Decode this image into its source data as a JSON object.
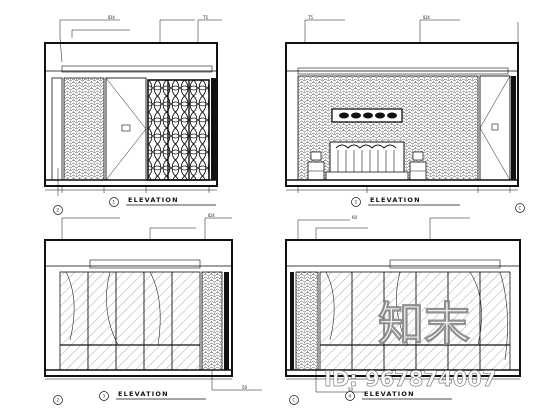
{
  "drawing": {
    "label_elevation": "ELEVATION",
    "callouts": {
      "tl_a": "ID4",
      "tl_b": "T5",
      "tr_a": "T5",
      "tr_b": "ID4",
      "bl_a": "ID4",
      "bl_b": "50",
      "br_a": "60",
      "br_b": "50"
    },
    "view_numbers": [
      "1",
      "2",
      "3",
      "4"
    ],
    "axis_markers": [
      "2",
      "C",
      "2",
      "C"
    ]
  },
  "watermark": {
    "logo_text": "知末",
    "id_text": "ID: 967874007"
  },
  "colors": {
    "line": "#111111",
    "watermark": "#ffffff"
  }
}
